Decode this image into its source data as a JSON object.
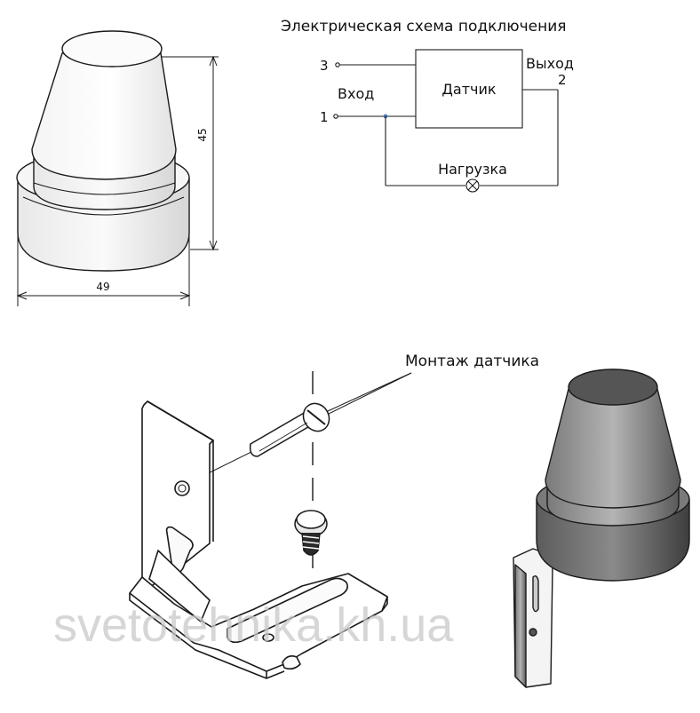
{
  "dimensions": {
    "height_label": "45",
    "width_label": "49"
  },
  "wiring": {
    "title": "Электрическая схема подключения",
    "terminal_3": "3",
    "terminal_1": "1",
    "terminal_2": "2",
    "input_label": "Вход",
    "output_label": "Выход",
    "sensor_label": "Датчик",
    "load_label": "Нагрузка"
  },
  "mounting": {
    "title": "Монтаж датчика"
  },
  "watermark": {
    "text": "svetotehnika.kh.ua"
  },
  "colors": {
    "line": "#1a1a1a",
    "shade": "#8a8a8a",
    "dark_shade": "#555555",
    "watermark": "#c8c8c8"
  }
}
